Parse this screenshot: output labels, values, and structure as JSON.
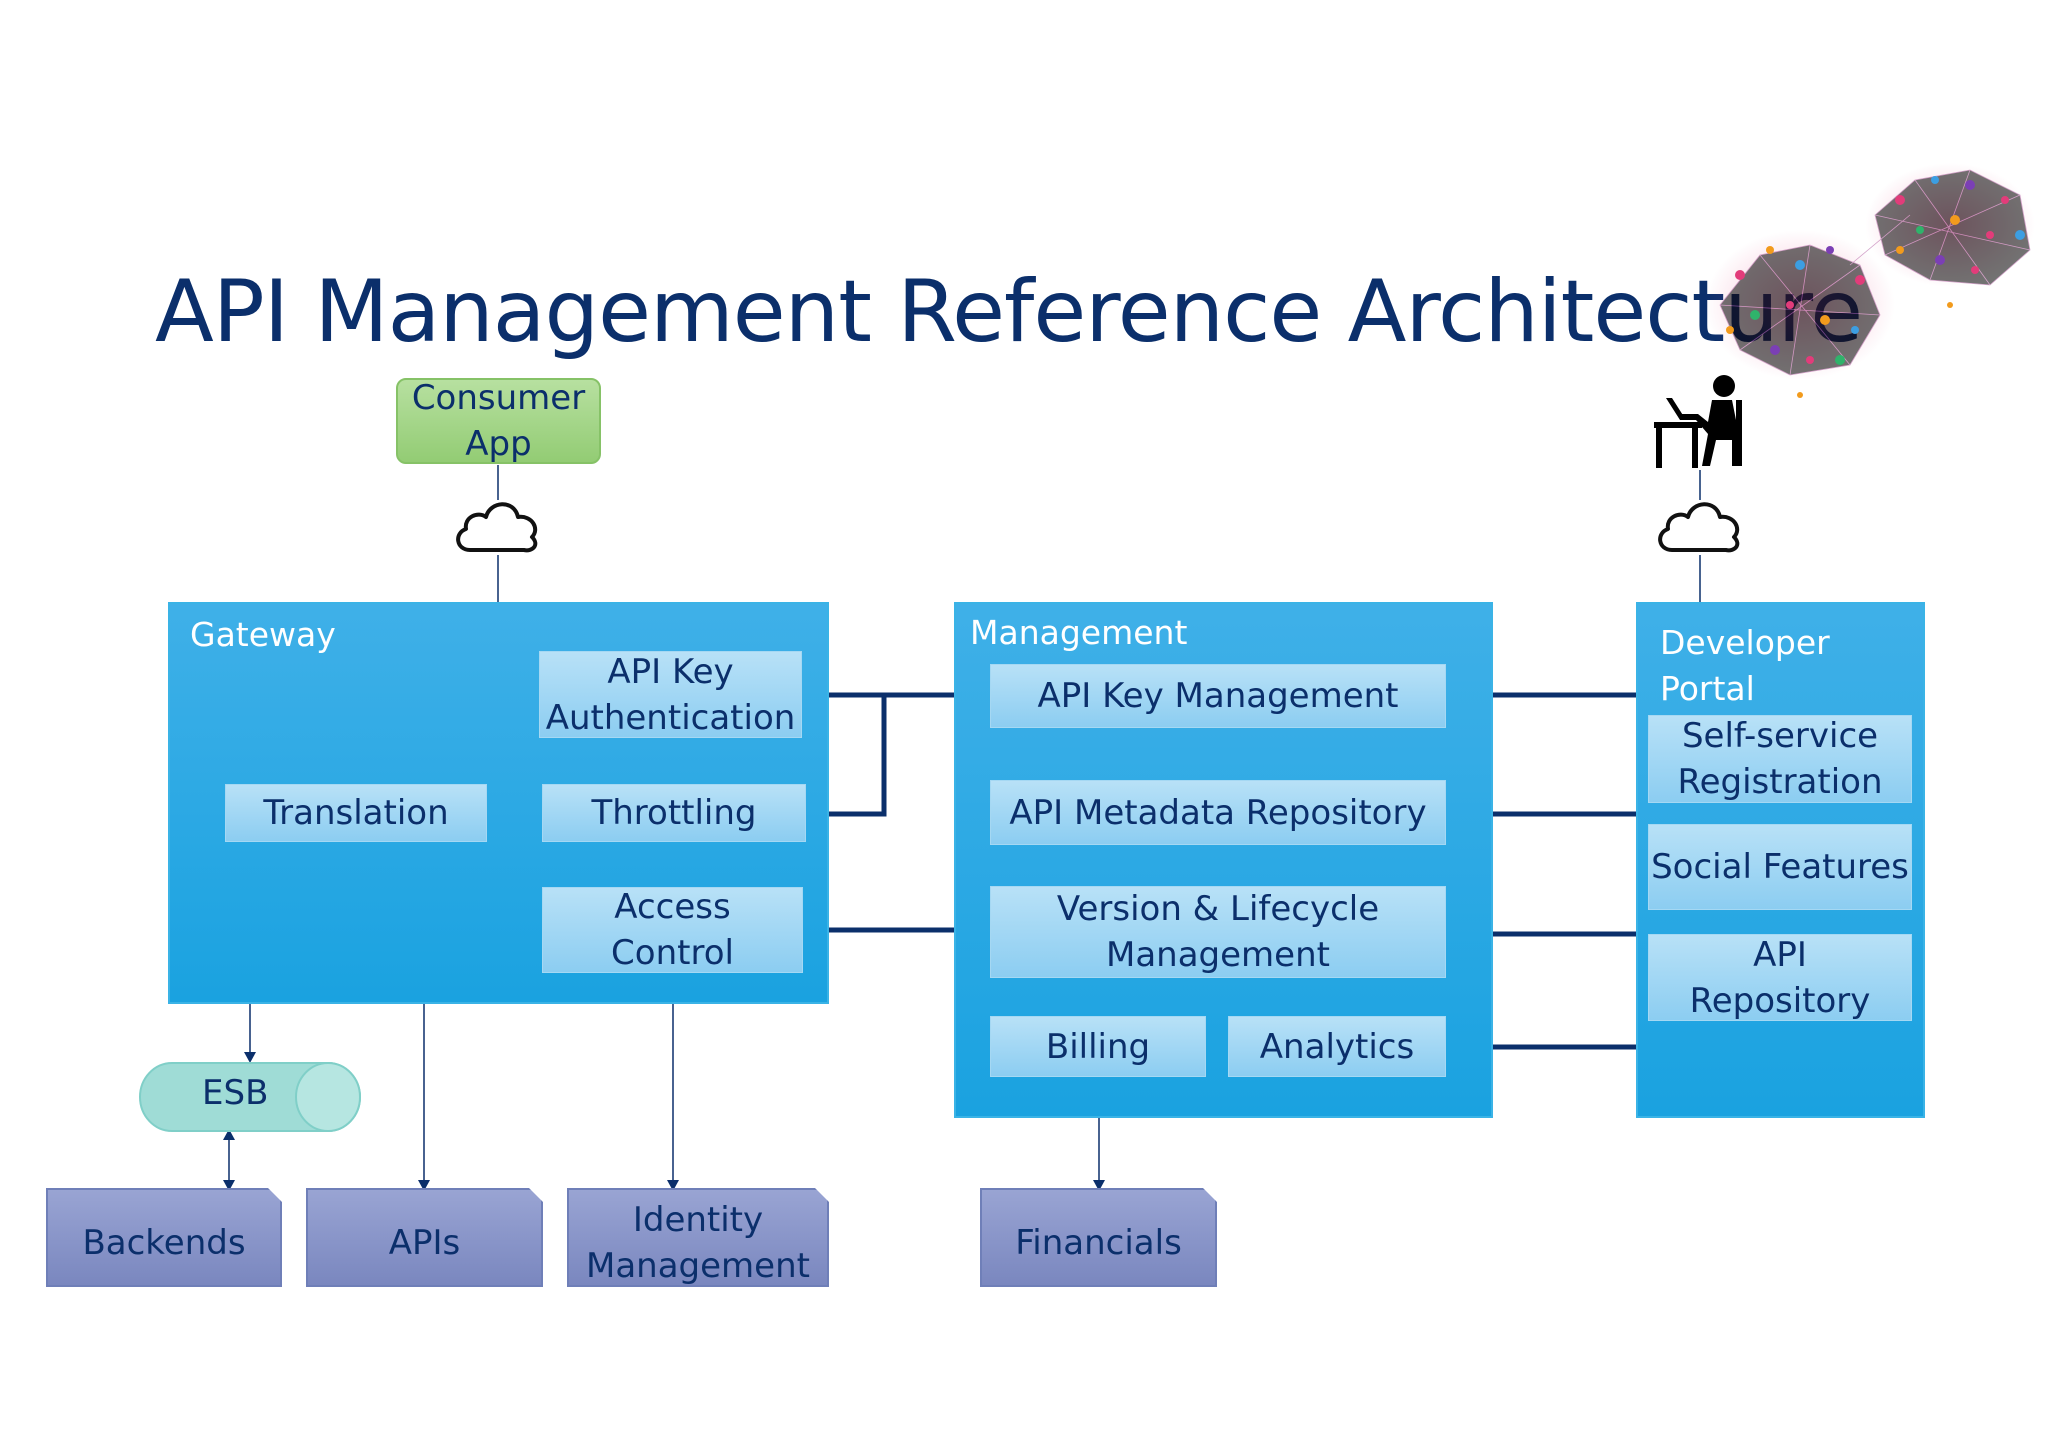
{
  "title": "API Management Reference Architecture",
  "consumer_app": "Consumer\nApp",
  "gateway": {
    "label": "Gateway",
    "api_key_auth": "API Key\nAuthentication",
    "translation": "Translation",
    "throttling": "Throttling",
    "access_control": "Access\nControl"
  },
  "management": {
    "label": "Management",
    "api_key_management": "API Key Management",
    "api_metadata_repository": "API Metadata Repository",
    "version_lifecycle": "Version & Lifecycle\nManagement",
    "billing": "Billing",
    "analytics": "Analytics"
  },
  "developer_portal": {
    "label": "Developer\nPortal",
    "self_service": "Self-service\nRegistration",
    "social_features": "Social Features",
    "api_repository": "API\nRepository"
  },
  "esb": "ESB",
  "bottom": {
    "backends": "Backends",
    "apis": "APIs",
    "identity_management": "Identity\nManagement",
    "financials": "Financials"
  },
  "colors": {
    "title": "#0b2f6b",
    "panel": "#1aa2e0",
    "box": "#a5d8f3",
    "doc": "#8591c7",
    "consumer": "#a6d88a",
    "esb": "#9fdcd6",
    "connector": "#0b2f6b"
  },
  "icons": [
    "cloud-icon",
    "person-at-desk-icon",
    "network-brains-icon"
  ]
}
